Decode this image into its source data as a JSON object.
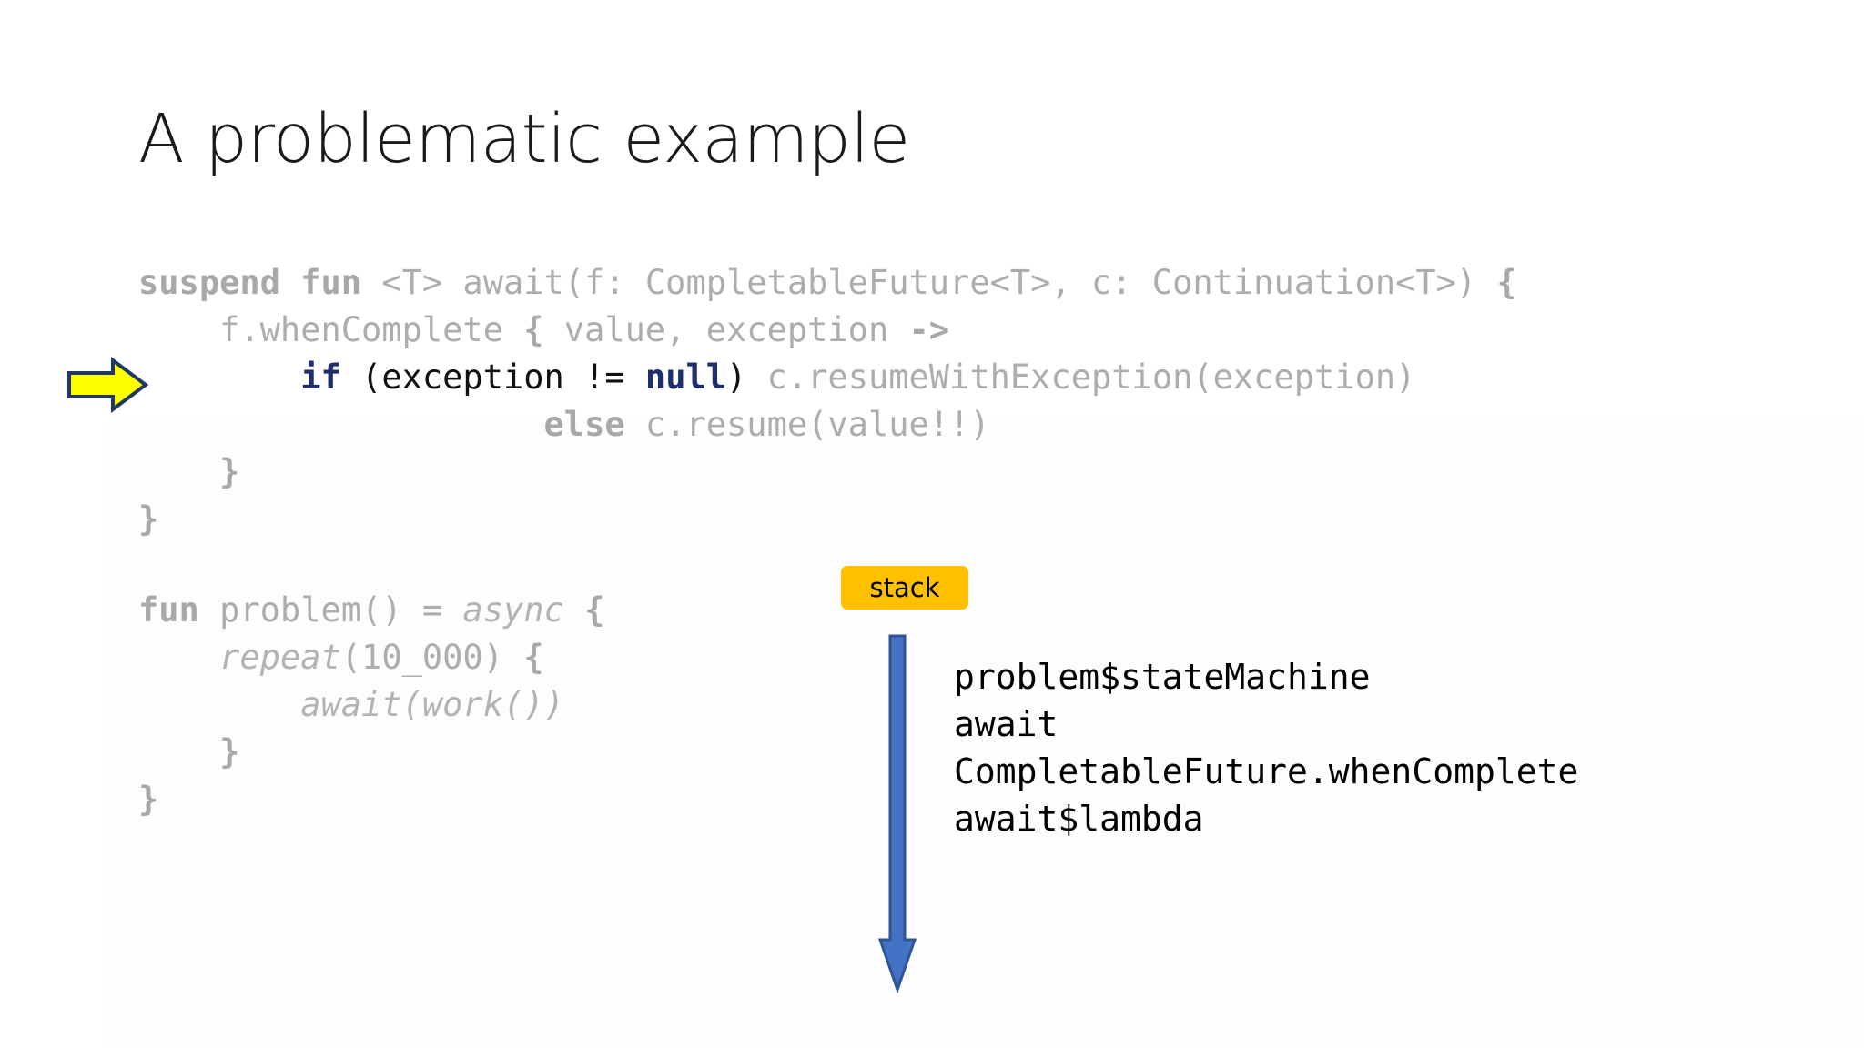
{
  "slide": {
    "title": "A problematic example",
    "background_color": "#ffffff"
  },
  "colors": {
    "code_gray": "#adadad",
    "highlight_keyword_blue": "#1f2f6e",
    "highlight_text_black": "#111111",
    "badge_amber": "#FFC000",
    "arrow_blue_fill": "#4472C4",
    "arrow_blue_stroke": "#2F5597",
    "pointer_yellow_fill": "#FFFF00",
    "pointer_yellow_stroke": "#1F3864"
  },
  "code_top": {
    "lines": [
      {
        "id": "await-signature",
        "highlighted": false,
        "tokens": [
          {
            "text": "suspend fun ",
            "style": "kw"
          },
          {
            "text": "<T> await(f: CompletableFuture<T>, c: Continuation<T>) ",
            "style": "plain"
          },
          {
            "text": "{",
            "style": "brace"
          }
        ]
      },
      {
        "id": "when-complete",
        "highlighted": false,
        "tokens": [
          {
            "text": "    f.whenComplete ",
            "style": "plain"
          },
          {
            "text": "{",
            "style": "brace"
          },
          {
            "text": " value, exception ",
            "style": "plain"
          },
          {
            "text": "->",
            "style": "kw"
          }
        ]
      },
      {
        "id": "if-exception",
        "highlighted": true,
        "tokens": [
          {
            "text": "        ",
            "style": "plain"
          },
          {
            "text": "if",
            "style": "hl-kw"
          },
          {
            "text": " (exception != ",
            "style": "hl-text"
          },
          {
            "text": "null",
            "style": "hl-kw"
          },
          {
            "text": ")",
            "style": "hl-text"
          },
          {
            "text": " c.resumeWithException(exception)",
            "style": "plain"
          }
        ]
      },
      {
        "id": "else-resume",
        "highlighted": false,
        "tokens": [
          {
            "text": "                    ",
            "style": "plain"
          },
          {
            "text": "else",
            "style": "kw"
          },
          {
            "text": " c.resume(value!!)",
            "style": "plain"
          }
        ]
      },
      {
        "id": "close-lambda",
        "highlighted": false,
        "tokens": [
          {
            "text": "    ",
            "style": "plain"
          },
          {
            "text": "}",
            "style": "brace"
          }
        ]
      },
      {
        "id": "close-fun",
        "highlighted": false,
        "tokens": [
          {
            "text": "}",
            "style": "brace"
          }
        ]
      }
    ]
  },
  "code_bottom": {
    "lines": [
      {
        "id": "fun-problem",
        "tokens": [
          {
            "text": "fun ",
            "style": "kw"
          },
          {
            "text": "problem() = ",
            "style": "plain"
          },
          {
            "text": "async ",
            "style": "ital"
          },
          {
            "text": "{",
            "style": "brace"
          }
        ]
      },
      {
        "id": "repeat-loop",
        "tokens": [
          {
            "text": "    ",
            "style": "plain"
          },
          {
            "text": "repeat",
            "style": "ital"
          },
          {
            "text": "(10_000) ",
            "style": "plain"
          },
          {
            "text": "{",
            "style": "brace"
          }
        ]
      },
      {
        "id": "await-work",
        "tokens": [
          {
            "text": "        ",
            "style": "plain"
          },
          {
            "text": "await(work())",
            "style": "ital"
          }
        ]
      },
      {
        "id": "close-repeat",
        "tokens": [
          {
            "text": "    ",
            "style": "plain"
          },
          {
            "text": "}",
            "style": "brace"
          }
        ]
      },
      {
        "id": "close-problem",
        "tokens": [
          {
            "text": "}",
            "style": "brace"
          }
        ]
      }
    ]
  },
  "stack_diagram": {
    "badge_label": "stack",
    "arrow_direction": "down",
    "frames": [
      "problem$stateMachine",
      "await",
      "CompletableFuture.whenComplete",
      "await$lambda"
    ]
  },
  "pointer": {
    "icon": "right-arrow-icon",
    "points_to_line": "if-exception"
  }
}
